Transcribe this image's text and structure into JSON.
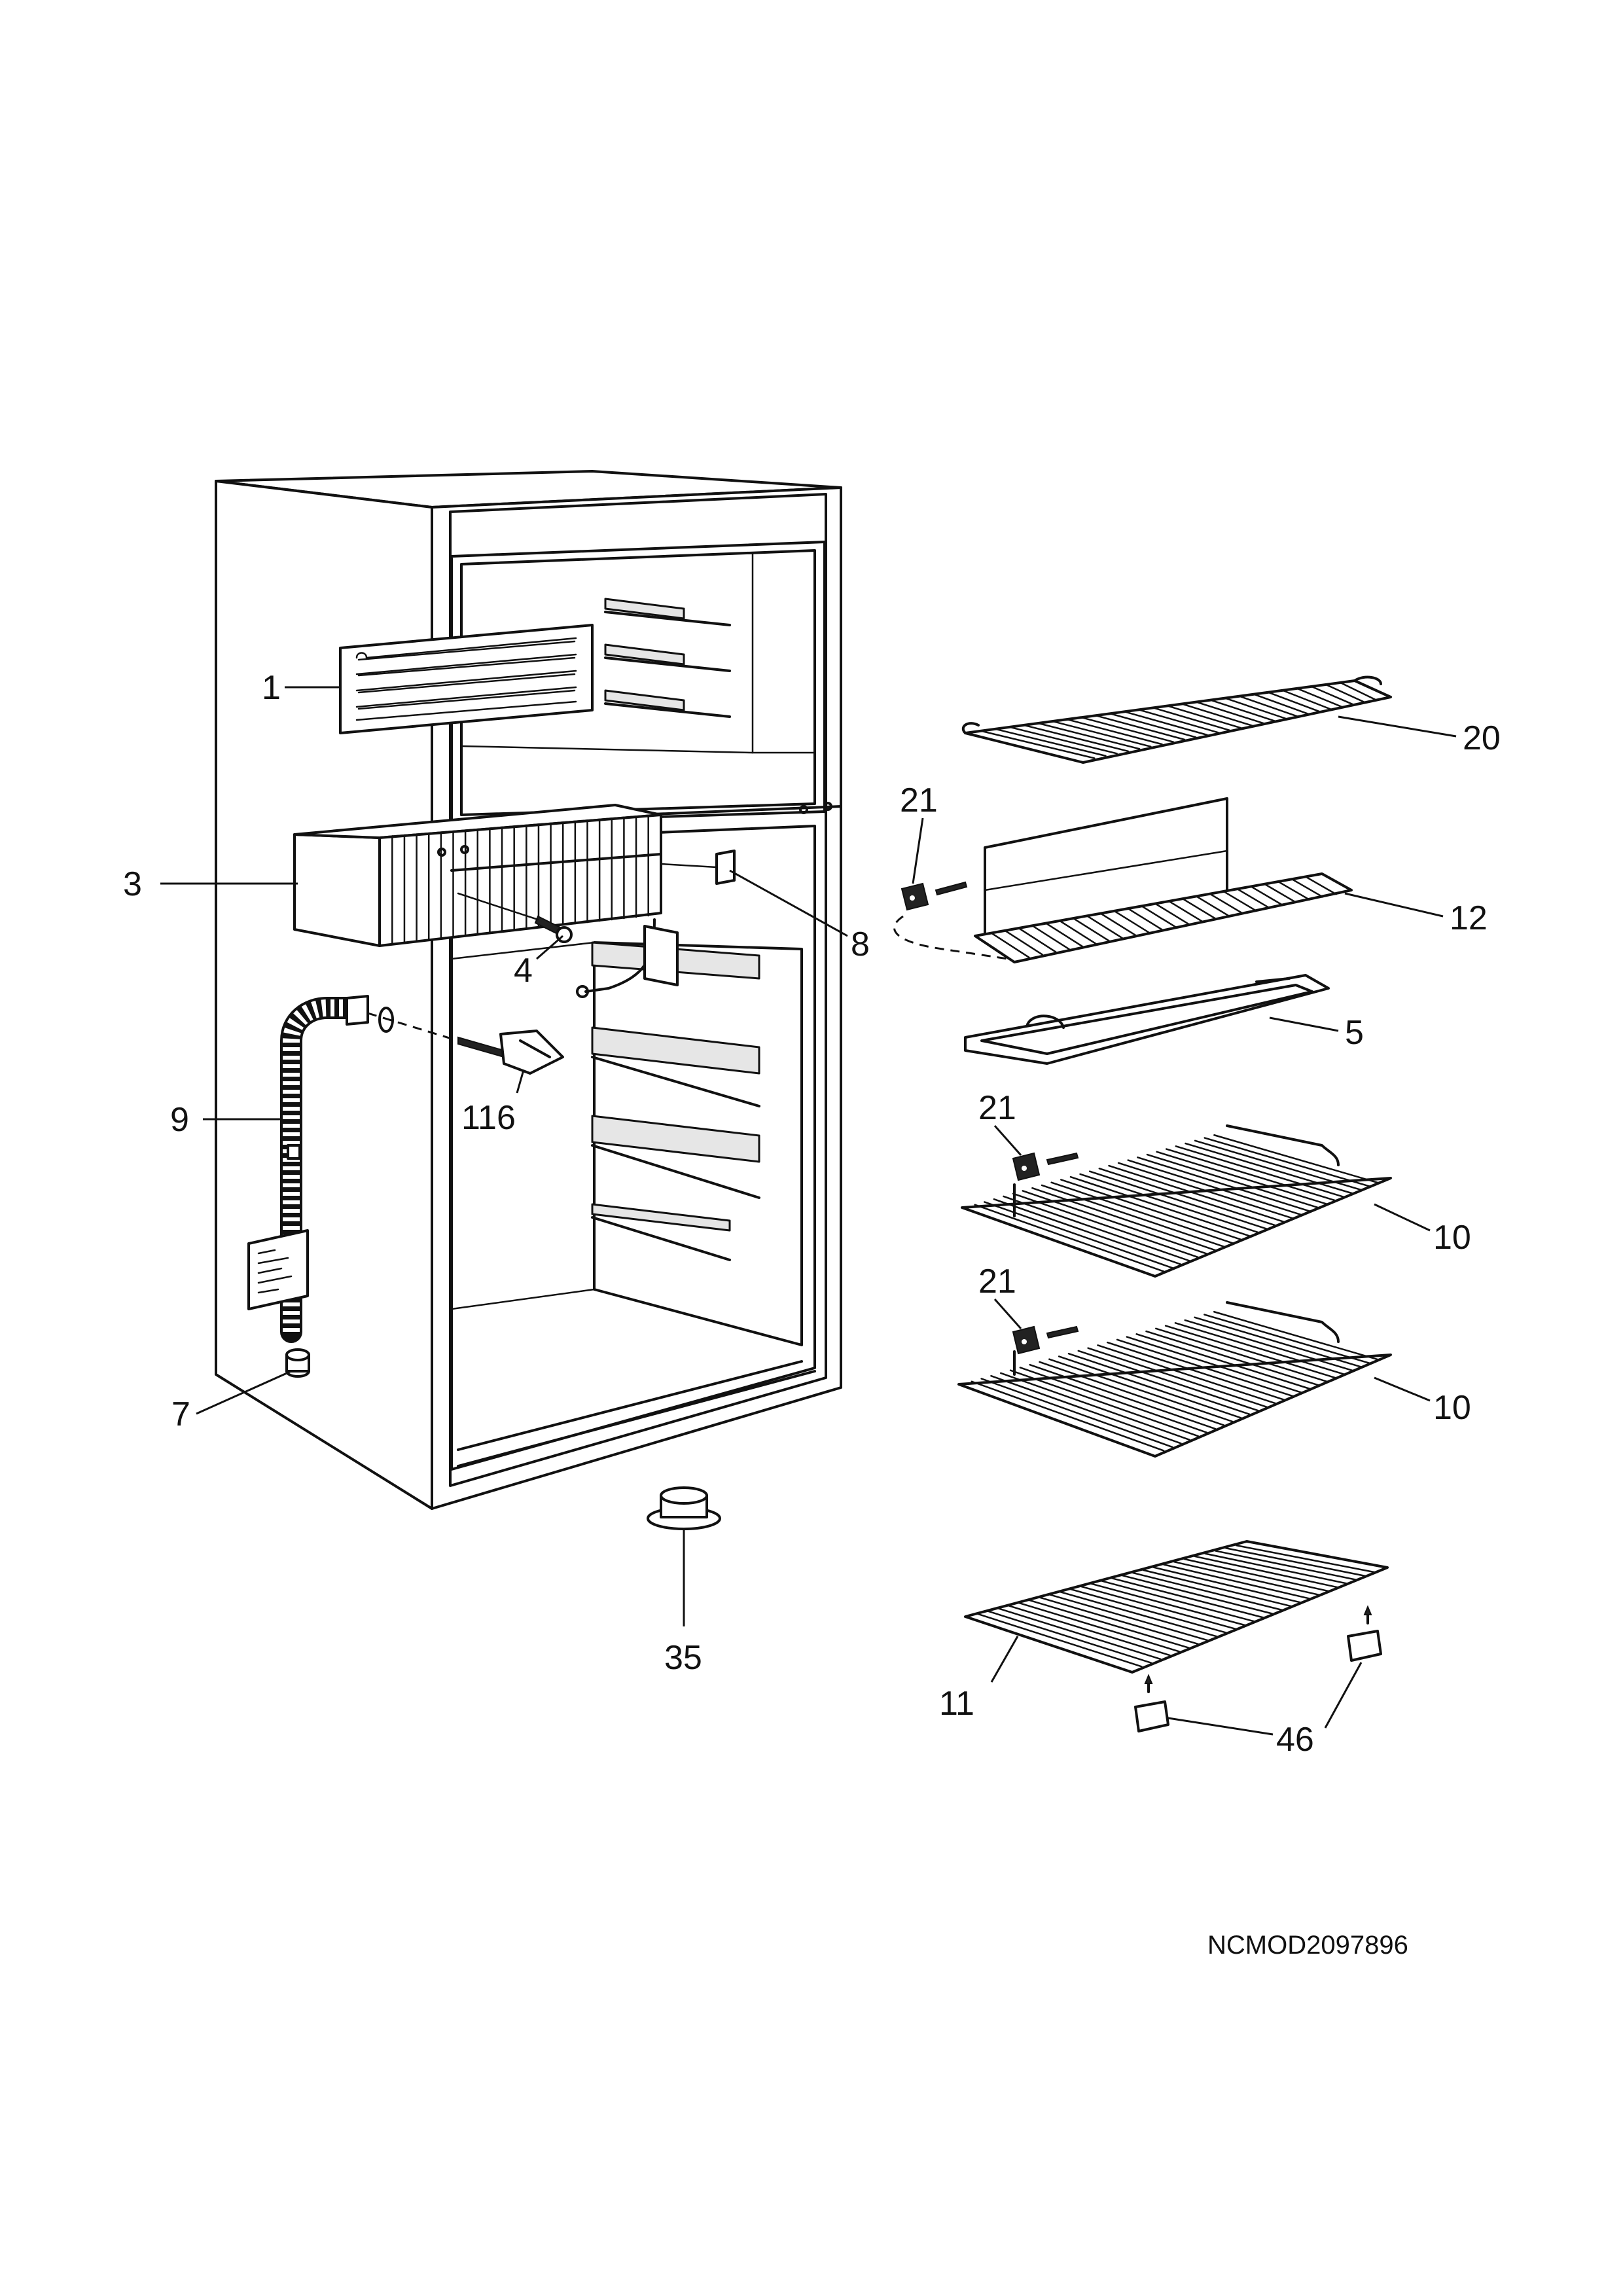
{
  "labels": {
    "l1": "1",
    "l3": "3",
    "l4": "4",
    "l5": "5",
    "l7": "7",
    "l8": "8",
    "l9": "9",
    "l10a": "10",
    "l10b": "10",
    "l11": "11",
    "l12": "12",
    "l20": "20",
    "l21a": "21",
    "l21b": "21",
    "l21c": "21",
    "l35": "35",
    "l46": "46",
    "l116": "116"
  },
  "reference_code": "NCMOD2097896"
}
